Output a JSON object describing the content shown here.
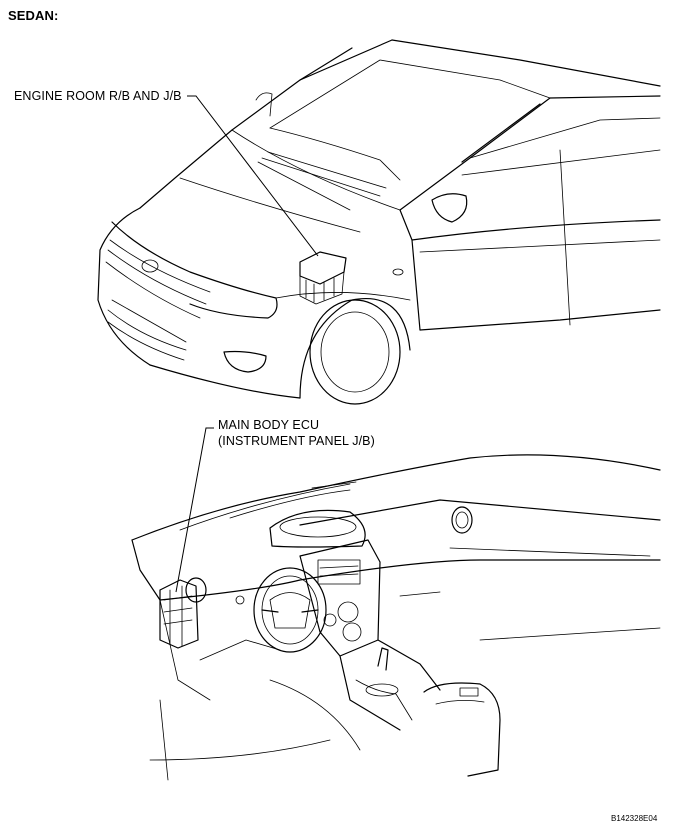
{
  "header": {
    "section_title": "SEDAN:"
  },
  "callouts": {
    "engine_room": "ENGINE ROOM R/B AND J/B",
    "main_body_ecu_line1": "MAIN BODY ECU",
    "main_body_ecu_line2": "(INSTRUMENT PANEL J/B)"
  },
  "footer": {
    "figure_id": "B142328E04"
  }
}
